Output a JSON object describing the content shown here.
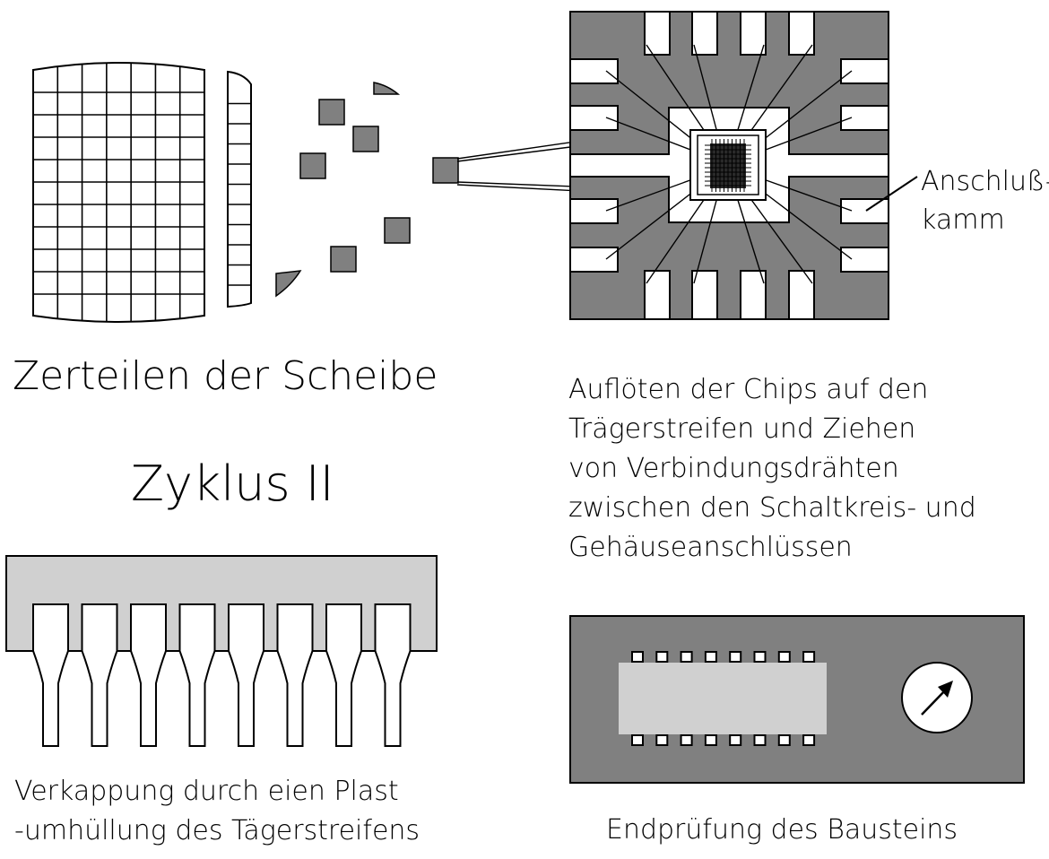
{
  "labels": {
    "dicing": "Zerteilen der Scheibe",
    "cycle": "Zyklus II",
    "bonding_lines": [
      "Auflöten der Chips auf den",
      "Trägerstreifen und Ziehen",
      "von Verbindungsdrähten",
      "zwischen den Schaltkreis- und",
      "Gehäuseanschlüssen"
    ],
    "comb_lines": [
      "Anschluß-",
      "kamm"
    ],
    "encapsulation_lines": [
      "Verkappung durch eien Plast",
      "-umhüllung des Tägerstreifens"
    ],
    "final_test": "Endprüfung des Bausteins"
  },
  "colors": {
    "line": "#000000",
    "background": "#ffffff",
    "frame_gray": "#808080",
    "package_light": "#d0d0d0",
    "die_dark": "#2a2a2a"
  }
}
